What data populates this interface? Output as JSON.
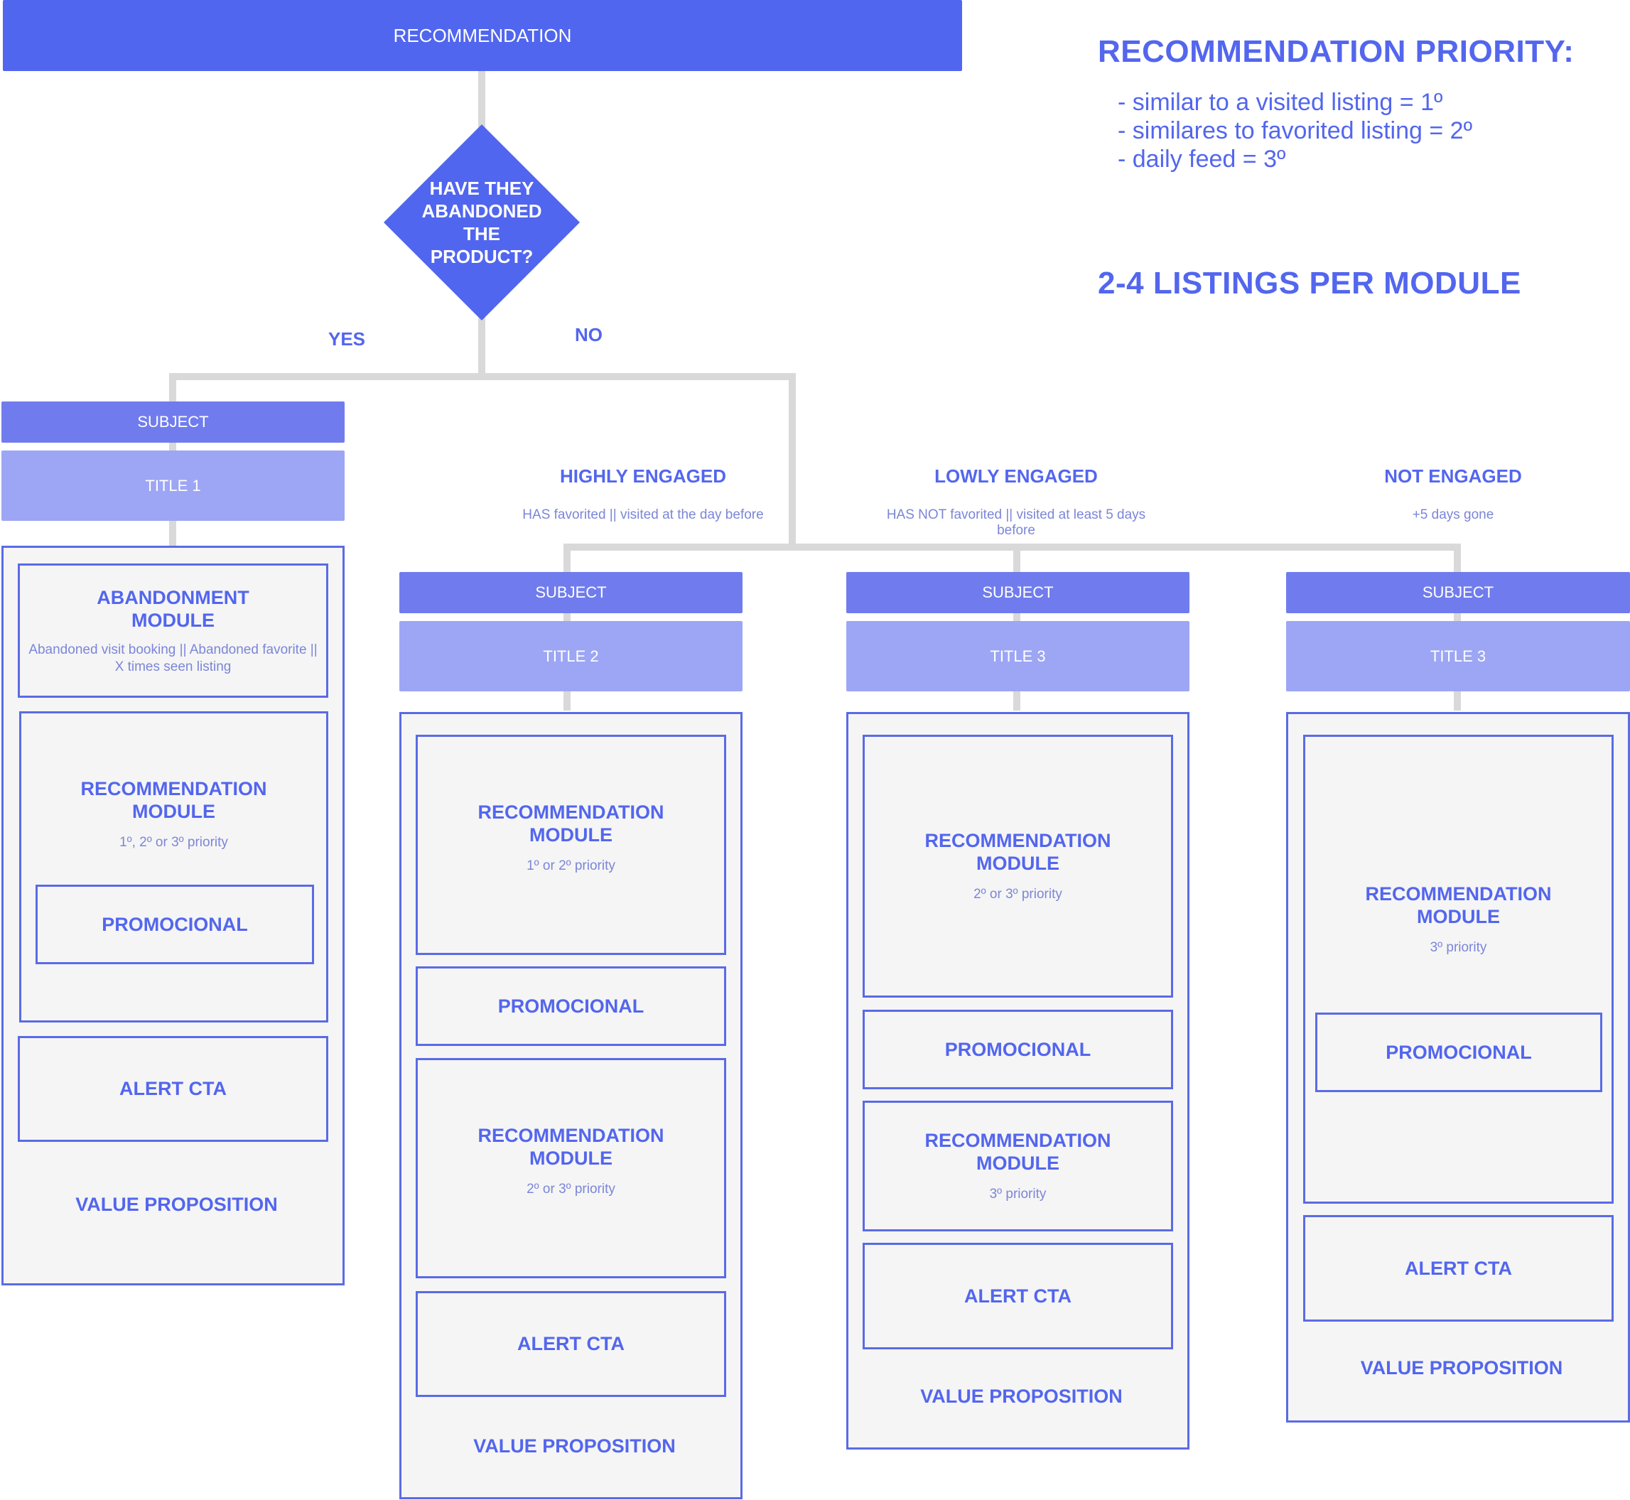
{
  "header": {
    "title": "RECOMMENDATION"
  },
  "decision": {
    "question": "HAVE THEY ABANDONED THE PRODUCT?",
    "yes": "YES",
    "no": "NO"
  },
  "info": {
    "priority_heading": "RECOMMENDATION PRIORITY:",
    "priority_items": [
      "- similar to a visited listing = 1º",
      "- similares to favorited listing = 2º",
      "- daily feed = 3º"
    ],
    "listings_note": "2-4 LISTINGS PER MODULE"
  },
  "segments": {
    "highly": {
      "title": "HIGHLY ENGAGED",
      "sub": "HAS favorited || visited at the day before"
    },
    "lowly": {
      "title": "LOWLY ENGAGED",
      "sub": "HAS NOT favorited || visited at least 5 days before"
    },
    "not": {
      "title": "NOT ENGAGED",
      "sub": "+5 days gone"
    }
  },
  "emails": {
    "e1": {
      "subject": "SUBJECT",
      "title": "TITLE 1",
      "abandonment_title": "ABANDONMENT MODULE",
      "abandonment_sub": "Abandoned visit booking || Abandoned favorite || X times seen listing",
      "rec_title": "RECOMMENDATION MODULE",
      "rec_sub": "1º, 2º or 3º priority",
      "promo": "PROMOCIONAL",
      "alert": "ALERT CTA",
      "value": "VALUE PROPOSITION"
    },
    "e2": {
      "subject": "SUBJECT",
      "title": "TITLE 2",
      "rec1_title": "RECOMMENDATION MODULE",
      "rec1_sub": "1º or 2º priority",
      "promo": "PROMOCIONAL",
      "rec2_title": "RECOMMENDATION MODULE",
      "rec2_sub": "2º or 3º priority",
      "alert": "ALERT CTA",
      "value": "VALUE PROPOSITION"
    },
    "e3": {
      "subject": "SUBJECT",
      "title": "TITLE 3",
      "rec1_title": "RECOMMENDATION MODULE",
      "rec1_sub": "2º or 3º priority",
      "promo": "PROMOCIONAL",
      "rec2_title": "RECOMMENDATION MODULE",
      "rec2_sub": "3º priority",
      "alert": "ALERT CTA",
      "value": "VALUE PROPOSITION"
    },
    "e4": {
      "subject": "SUBJECT",
      "title": "TITLE 3",
      "rec_title": "RECOMMENDATION MODULE",
      "rec_sub": "3º priority",
      "promo": "PROMOCIONAL",
      "alert": "ALERT CTA",
      "value": "VALUE PROPOSITION"
    }
  },
  "colors": {
    "primary": "#5166ee",
    "subject": "#707ced",
    "title": "#9da6f4",
    "connector": "#d9d9d9",
    "panel": "#f5f5f5"
  }
}
